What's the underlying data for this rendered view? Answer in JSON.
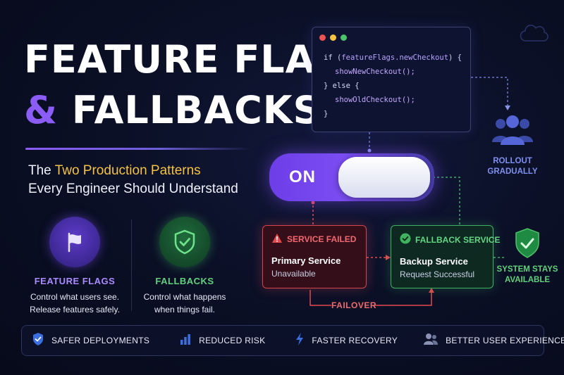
{
  "title": {
    "line1": "FEATURE FLAGS",
    "amp": "&",
    "line2": "FALLBACKS"
  },
  "subtitle": {
    "prefix": "The ",
    "highlight": "Two Production Patterns",
    "line2": "Every Engineer Should Understand"
  },
  "concepts": [
    {
      "name": "FEATURE FLAGS",
      "icon": "flag-icon",
      "desc1": "Control what users see.",
      "desc2": "Release features safely."
    },
    {
      "name": "FALLBACKS",
      "icon": "shield-check-icon",
      "desc1": "Control what happens",
      "desc2": "when things fail."
    }
  ],
  "code": {
    "line1a": "if (",
    "line1b": "featureFlags.newCheckout",
    "line1c": ") {",
    "line2": "showNewCheckout();",
    "line3": "} else {",
    "line4": "showOldCheckout();",
    "line5": "}"
  },
  "toggle": {
    "label": "ON"
  },
  "rollout": {
    "line1": "ROLLOUT",
    "line2": "GRADUALLY",
    "icon": "users-icon"
  },
  "primary": {
    "status": "SERVICE FAILED",
    "title": "Primary Service",
    "sub": "Unavailable",
    "icon": "warning-icon"
  },
  "fallback": {
    "status": "FALLBACK SERVICE",
    "title": "Backup Service",
    "sub": "Request Successful",
    "icon": "check-circle-icon"
  },
  "failover": {
    "label": "FAILOVER"
  },
  "system": {
    "line1": "SYSTEM STAYS",
    "line2": "AVAILABLE",
    "icon": "shield-check-icon"
  },
  "benefits": [
    {
      "label": "SAFER DEPLOYMENTS",
      "icon": "shield-check-icon"
    },
    {
      "label": "REDUCED RISK",
      "icon": "bar-chart-icon"
    },
    {
      "label": "FASTER RECOVERY",
      "icon": "lightning-icon"
    },
    {
      "label": "BETTER USER EXPERIENCE",
      "icon": "users-icon"
    }
  ],
  "colors": {
    "purple": "#8b5cf6",
    "yellow": "#f5c242",
    "green": "#4cc46a",
    "red": "#e5484d",
    "blue": "#3b82f6"
  }
}
